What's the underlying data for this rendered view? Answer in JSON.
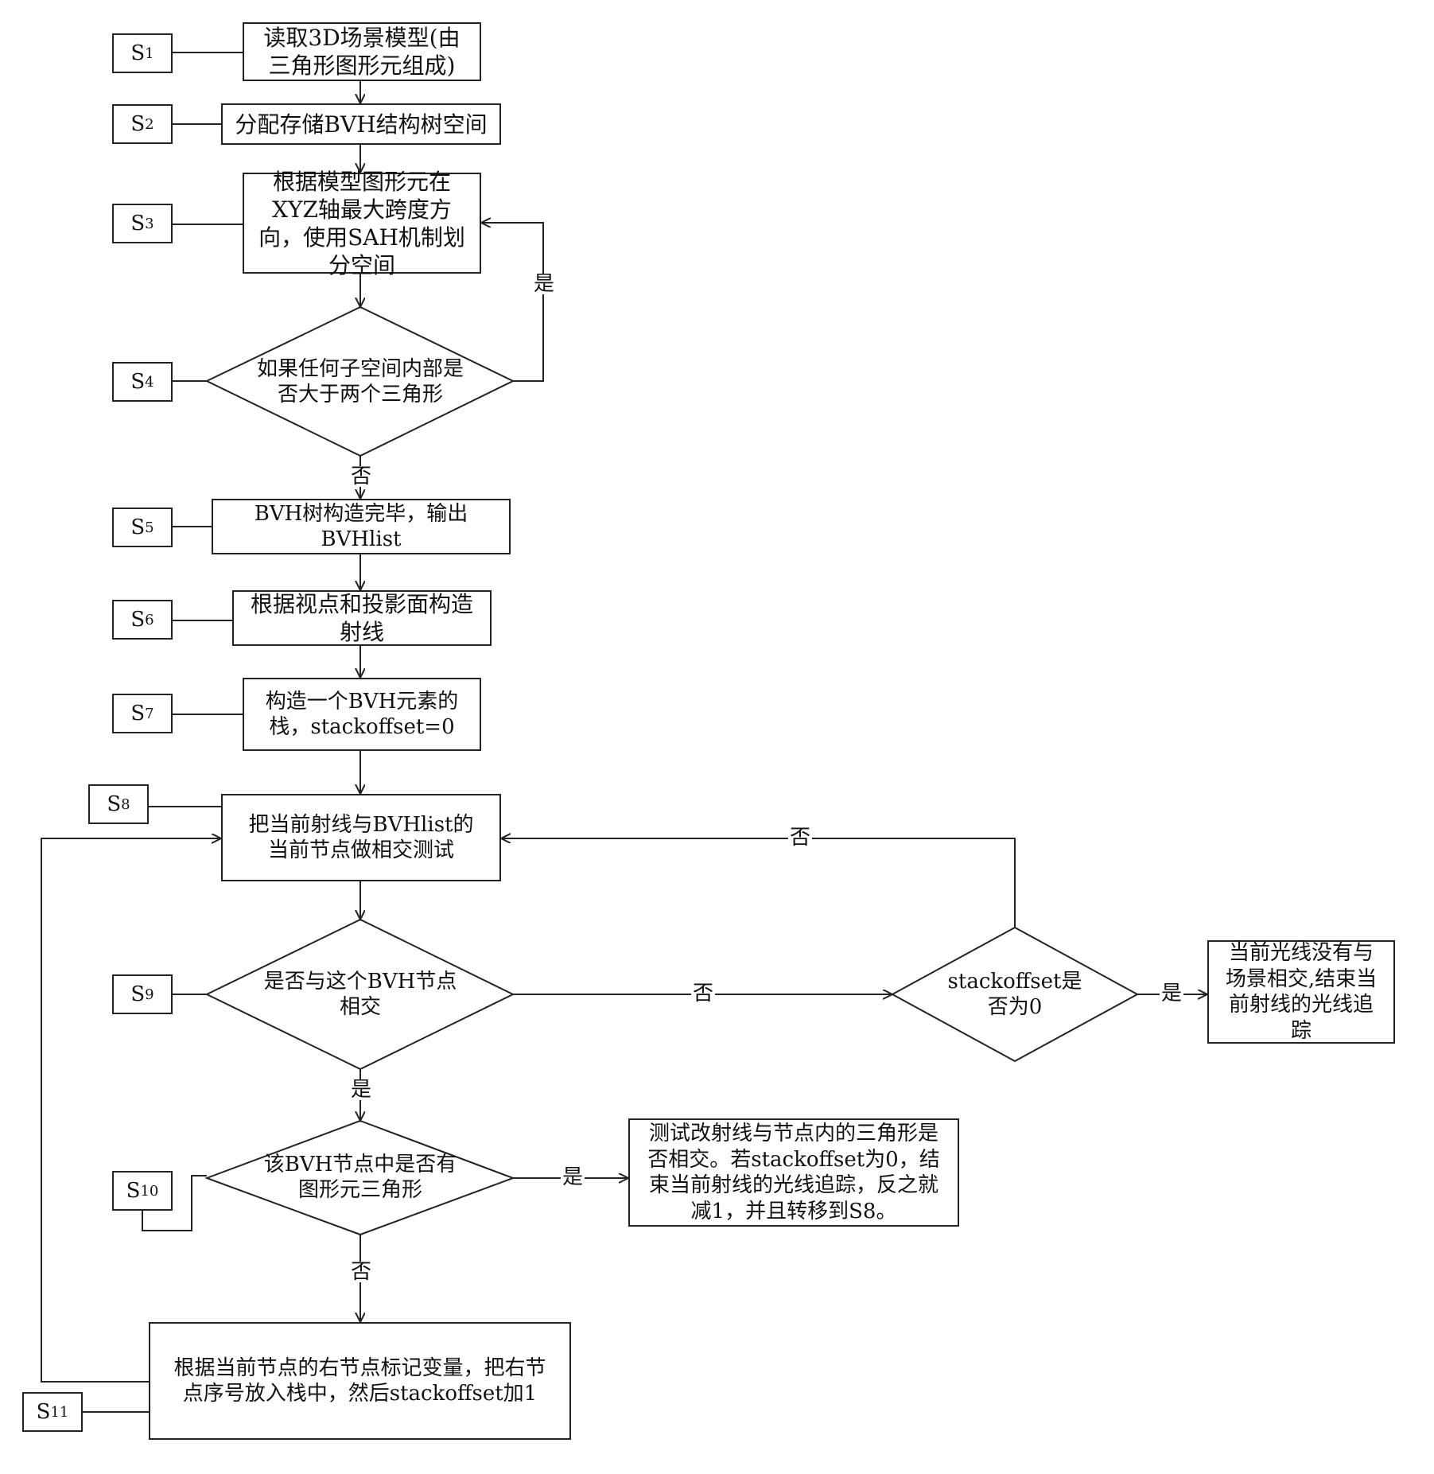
{
  "nodes": {
    "n1": "读取3D场景模型(由三角形图形元组成)",
    "n2": "分配存储BVH结构树空间",
    "n3": "根据模型图形元在XYZ轴最大跨度方向，使用SAH机制划分空间",
    "d4": "如果任何子空间内部是否大于两个三角形",
    "n5": "BVH树构造完毕，输出BVHlist",
    "n6": "根据视点和投影面构造射线",
    "n7": "构造一个BVH元素的栈，stackoffset=0",
    "n8": "把当前射线与BVHlist的当前节点做相交测试",
    "d9": "是否与这个BVH节点相交",
    "dstack": "stackoffset是否为0",
    "nend": "当前光线没有与场景相交,结束当前射线的光线追踪",
    "d10": "该BVH节点中是否有图形元三角形",
    "ntest": "测试改射线与节点内的三角形是否相交。若stackoffset为0，结束当前射线的光线追踪，反之就减1，并且转移到S8。",
    "n11": "根据当前节点的右节点标记变量，把右节点序号放入栈中，然后stackoffset加1"
  },
  "steps": {
    "s1": {
      "letter": "S",
      "sub": "1"
    },
    "s2": {
      "letter": "S",
      "sub": "2"
    },
    "s3": {
      "letter": "S",
      "sub": "3"
    },
    "s4": {
      "letter": "S",
      "sub": "4"
    },
    "s5": {
      "letter": "S",
      "sub": "5"
    },
    "s6": {
      "letter": "S",
      "sub": "6"
    },
    "s7": {
      "letter": "S",
      "sub": "7"
    },
    "s8": {
      "letter": "S",
      "sub": "8"
    },
    "s9": {
      "letter": "S",
      "sub": "9"
    },
    "s10": {
      "letter": "S",
      "sub": "10"
    },
    "s11": {
      "letter": "S",
      "sub": "11"
    }
  },
  "edges": {
    "yes": "是",
    "no": "否"
  }
}
